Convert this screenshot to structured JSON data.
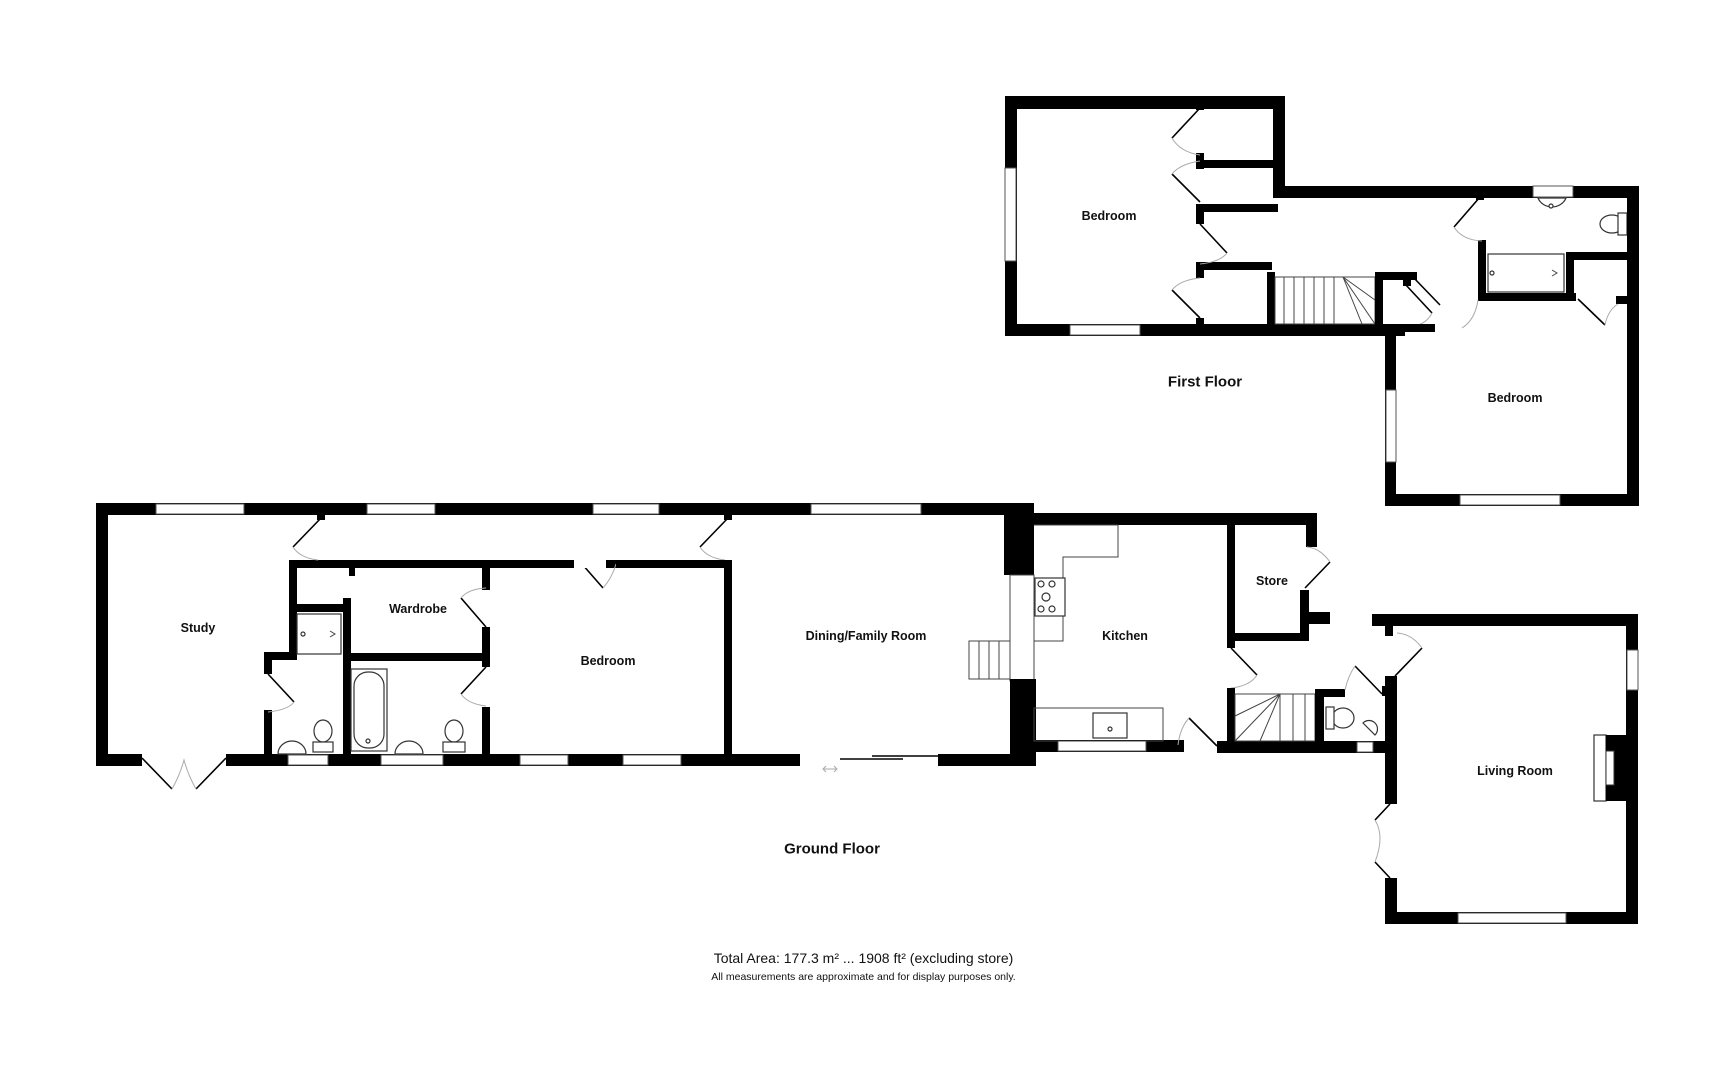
{
  "floors": {
    "first_floor": {
      "label": "First Floor",
      "rooms": [
        {
          "name": "Bedroom"
        },
        {
          "name": "Bedroom"
        }
      ]
    },
    "ground_floor": {
      "label": "Ground Floor",
      "rooms": [
        {
          "name": "Study"
        },
        {
          "name": "Wardrobe"
        },
        {
          "name": "Bedroom"
        },
        {
          "name": "Dining/Family Room"
        },
        {
          "name": "Kitchen"
        },
        {
          "name": "Store"
        },
        {
          "name": "Living Room"
        }
      ]
    }
  },
  "footer": {
    "total_area": "Total Area: 177.3 m² ... 1908 ft² (excluding store)",
    "disclaimer": "All measurements are approximate and for display purposes only."
  },
  "colors": {
    "wall": "#000000",
    "background": "#ffffff",
    "door_arc": "#aaaaaa"
  }
}
